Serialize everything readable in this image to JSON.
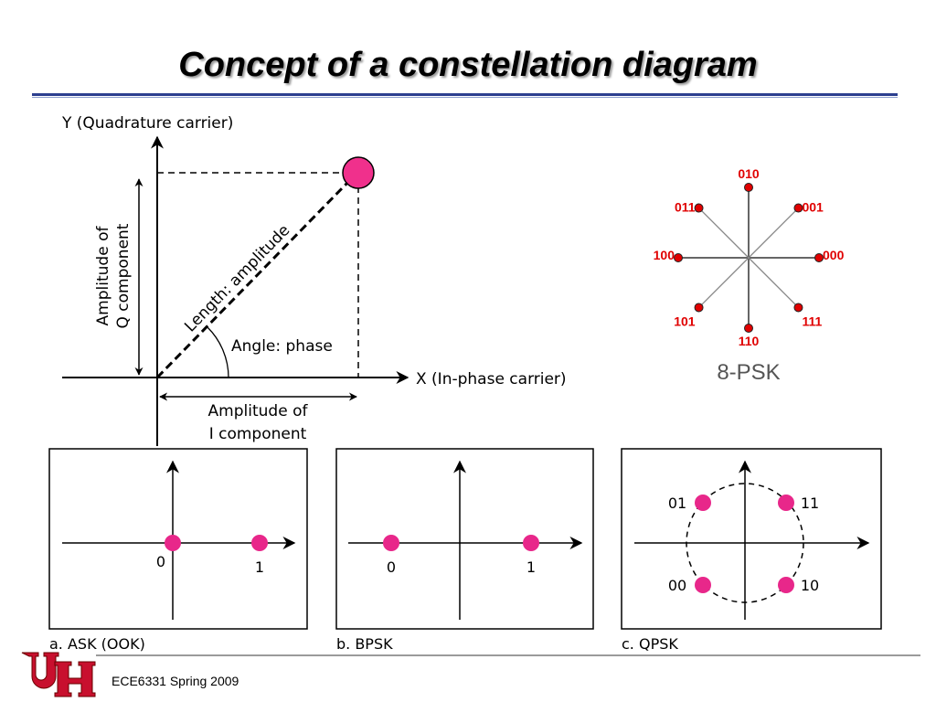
{
  "slide": {
    "title": "Concept of a constellation diagram",
    "footer": "ECE6331 Spring 2009",
    "logo_text": "UH"
  },
  "main_diagram": {
    "y_axis_label": "Y (Quadrature carrier)",
    "x_axis_label": "X (In-phase carrier)",
    "q_label_line1": "Amplitude of",
    "q_label_line2": "Q component",
    "i_label_line1": "Amplitude of",
    "i_label_line2": "I component",
    "length_label": "Length: amplitude",
    "angle_label": "Angle: phase",
    "point_color": "#f0308c"
  },
  "psk8": {
    "title": "8-PSK",
    "label_color": "#e00000",
    "points": [
      {
        "label": "000",
        "angle_deg": 0
      },
      {
        "label": "001",
        "angle_deg": 45
      },
      {
        "label": "010",
        "angle_deg": 90
      },
      {
        "label": "011",
        "angle_deg": 135
      },
      {
        "label": "100",
        "angle_deg": 180
      },
      {
        "label": "101",
        "angle_deg": 225
      },
      {
        "label": "110",
        "angle_deg": 270
      },
      {
        "label": "111",
        "angle_deg": 315
      }
    ]
  },
  "panels": [
    {
      "caption": "a. ASK (OOK)",
      "labels": [
        "0",
        "1"
      ]
    },
    {
      "caption": "b. BPSK",
      "labels": [
        "0",
        "1"
      ]
    },
    {
      "caption": "c. QPSK",
      "labels": [
        "01",
        "11",
        "00",
        "10"
      ]
    }
  ]
}
